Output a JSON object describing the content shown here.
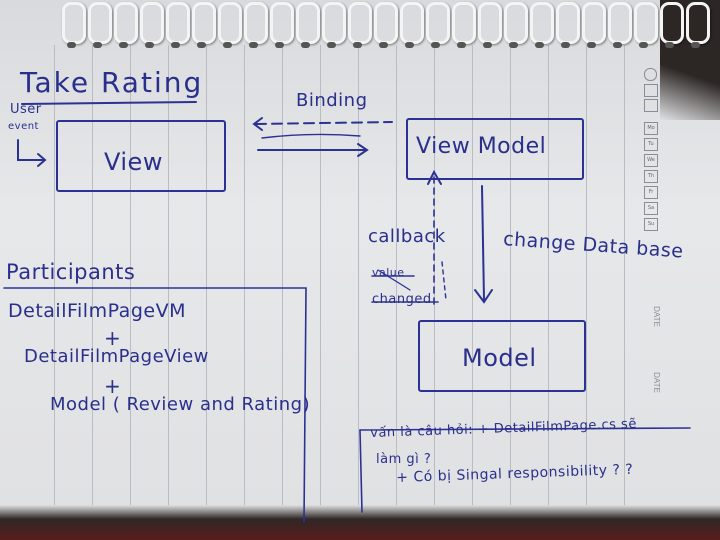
{
  "title": "Take Rating",
  "user_event": {
    "line1": "User",
    "line2": "event"
  },
  "binding_label": "Binding",
  "view_label": "View",
  "viewmodel_label": "View Model",
  "model_label": "Model",
  "callback_label": "callback",
  "crossed_out": {
    "line1": "value",
    "line2": "changed"
  },
  "change_label": "change Data base",
  "participants": {
    "heading": "Participants",
    "item1": "DetailFilmPageVM",
    "plus": "+",
    "item2": "DetailFilmPageView",
    "item3": "Model ( Review and Rating)"
  },
  "question": {
    "line1": "vấn là câu hỏi: + DetailFilmPage.cs sẽ",
    "line2": "làm gì ?",
    "line3": "+ Có bị Singal responsibility ? ?"
  },
  "planner": {
    "days": [
      "Mo",
      "Tu",
      "We",
      "Th",
      "Fr",
      "Sa",
      "Su"
    ],
    "date_label": "DATE"
  },
  "colors": {
    "ink": "#2a2f8c",
    "paper": "#e2e3e6",
    "rule": "#b9bcc3"
  }
}
